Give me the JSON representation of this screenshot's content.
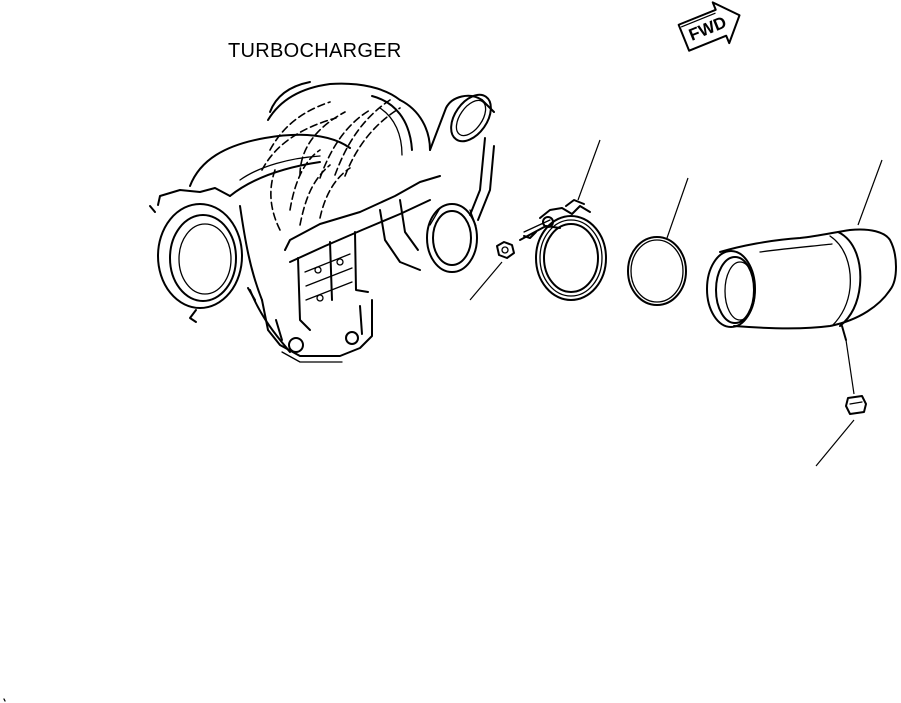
{
  "diagram": {
    "title": "TURBOCHARGER",
    "direction_marker": {
      "text": "FWD",
      "icon": "forward-arrow-icon"
    },
    "ink_color": "#000000",
    "background_color": "#ffffff",
    "parts": [
      {
        "name": "turbocharger-assembly"
      },
      {
        "name": "nut"
      },
      {
        "name": "v-band-clamp"
      },
      {
        "name": "o-ring-seal"
      },
      {
        "name": "elbow-tube"
      },
      {
        "name": "plug"
      }
    ]
  }
}
